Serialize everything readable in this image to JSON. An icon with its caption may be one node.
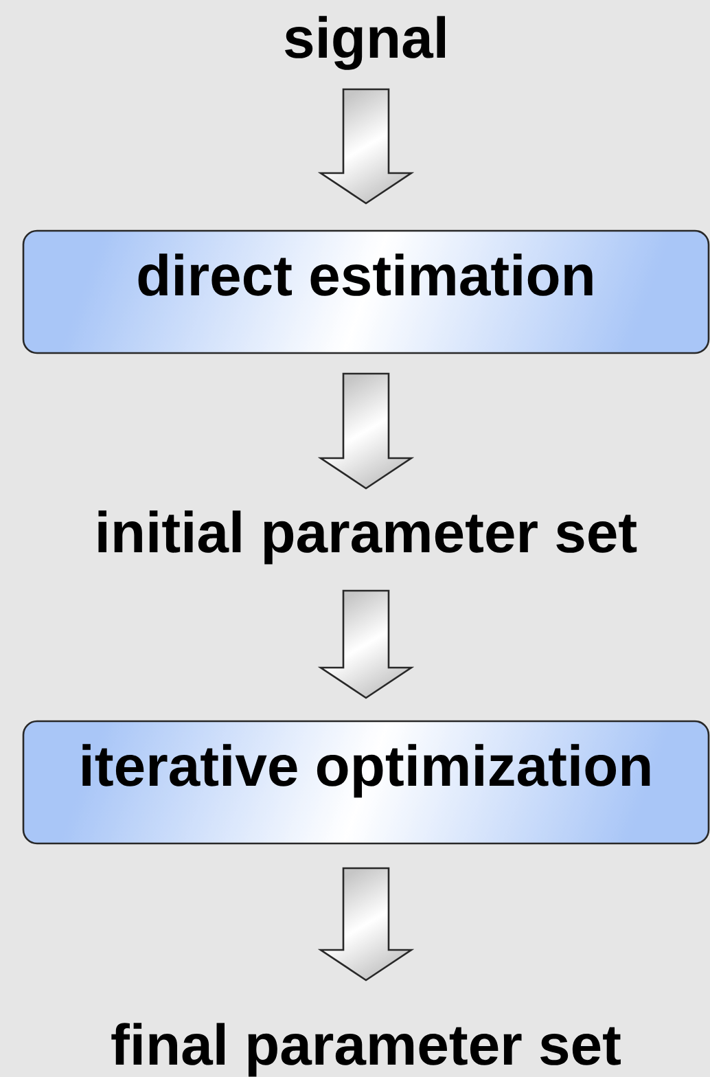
{
  "diagram": {
    "nodes": [
      {
        "text": [
          "signal"
        ]
      },
      {
        "text": [
          "direct estimation"
        ]
      },
      {
        "text": [
          "initial parameter set"
        ]
      },
      {
        "text": [
          "iterative optimization"
        ]
      },
      {
        "text": [
          "final parameter set"
        ]
      }
    ],
    "edges": [
      {
        "from": 0,
        "to": 1,
        "arrow": "to"
      },
      {
        "from": 1,
        "to": 2,
        "arrow": "to"
      },
      {
        "from": 2,
        "to": 3,
        "arrow": "to"
      },
      {
        "from": 3,
        "to": 4,
        "arrow": "to"
      }
    ]
  }
}
